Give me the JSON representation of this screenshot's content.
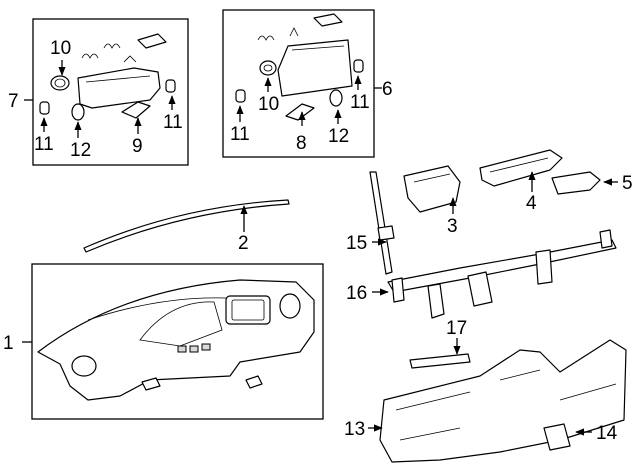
{
  "callouts": [
    {
      "id": "c1",
      "text": "1"
    },
    {
      "id": "c2",
      "text": "2"
    },
    {
      "id": "c3",
      "text": "3"
    },
    {
      "id": "c4",
      "text": "4"
    },
    {
      "id": "c5",
      "text": "5"
    },
    {
      "id": "c6",
      "text": "6"
    },
    {
      "id": "c7",
      "text": "7"
    },
    {
      "id": "c8",
      "text": "8"
    },
    {
      "id": "c9",
      "text": "9"
    },
    {
      "id": "c10a",
      "text": "10"
    },
    {
      "id": "c10b",
      "text": "10"
    },
    {
      "id": "c11a",
      "text": "11"
    },
    {
      "id": "c11b",
      "text": "11"
    },
    {
      "id": "c11c",
      "text": "11"
    },
    {
      "id": "c11d",
      "text": "11"
    },
    {
      "id": "c12a",
      "text": "12"
    },
    {
      "id": "c12b",
      "text": "12"
    },
    {
      "id": "c13",
      "text": "13"
    },
    {
      "id": "c14",
      "text": "14"
    },
    {
      "id": "c15",
      "text": "15"
    },
    {
      "id": "c16",
      "text": "16"
    },
    {
      "id": "c17",
      "text": "17"
    }
  ]
}
